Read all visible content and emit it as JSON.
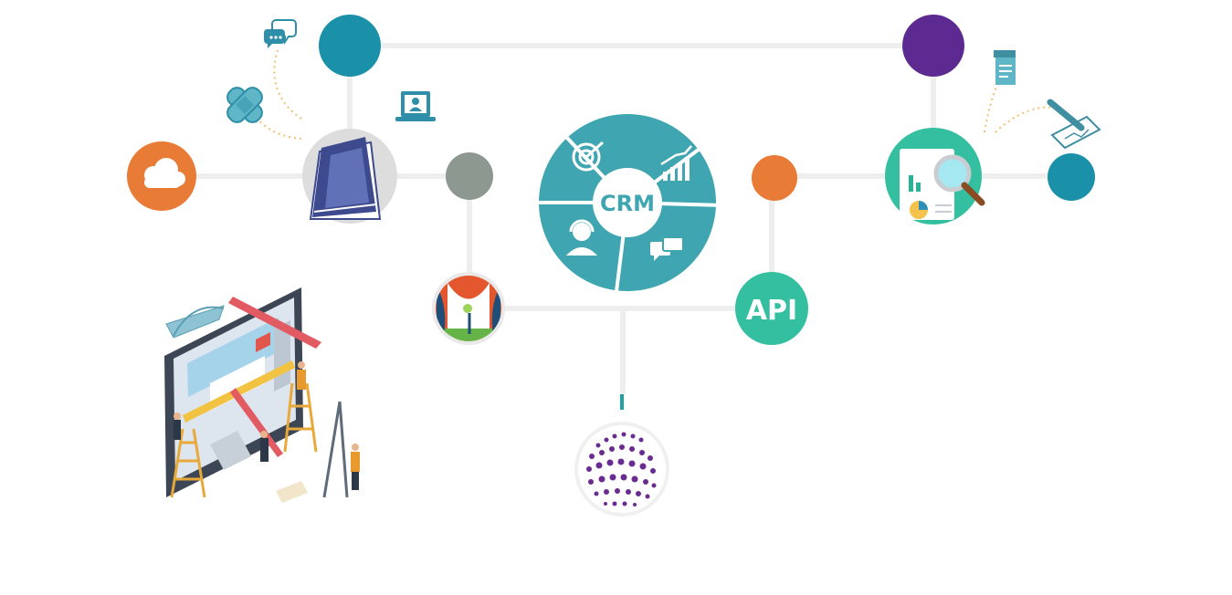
{
  "diagram": {
    "hub_label": "CRM",
    "api_label": "API",
    "colors": {
      "teal": "#1b91a9",
      "crm_teal": "#3fa6b1",
      "purple": "#5d2a91",
      "orange": "#e87b35",
      "gray": "#8d9891",
      "green": "#33bfa0",
      "connector": "#eeeeee",
      "dash": "#f0c06e"
    },
    "icons": [
      "cloud-icon",
      "chat-bubbles-icon",
      "bandage-icon",
      "laptop-user-icon",
      "book-stack-icon",
      "stage-microphone-icon",
      "target-icon",
      "growth-chart-icon",
      "headset-agent-icon",
      "messages-icon",
      "document-stack-icon",
      "pen-signature-icon",
      "analytics-magnifier-icon",
      "dotted-globe-icon",
      "isometric-web-design-illustration"
    ]
  }
}
